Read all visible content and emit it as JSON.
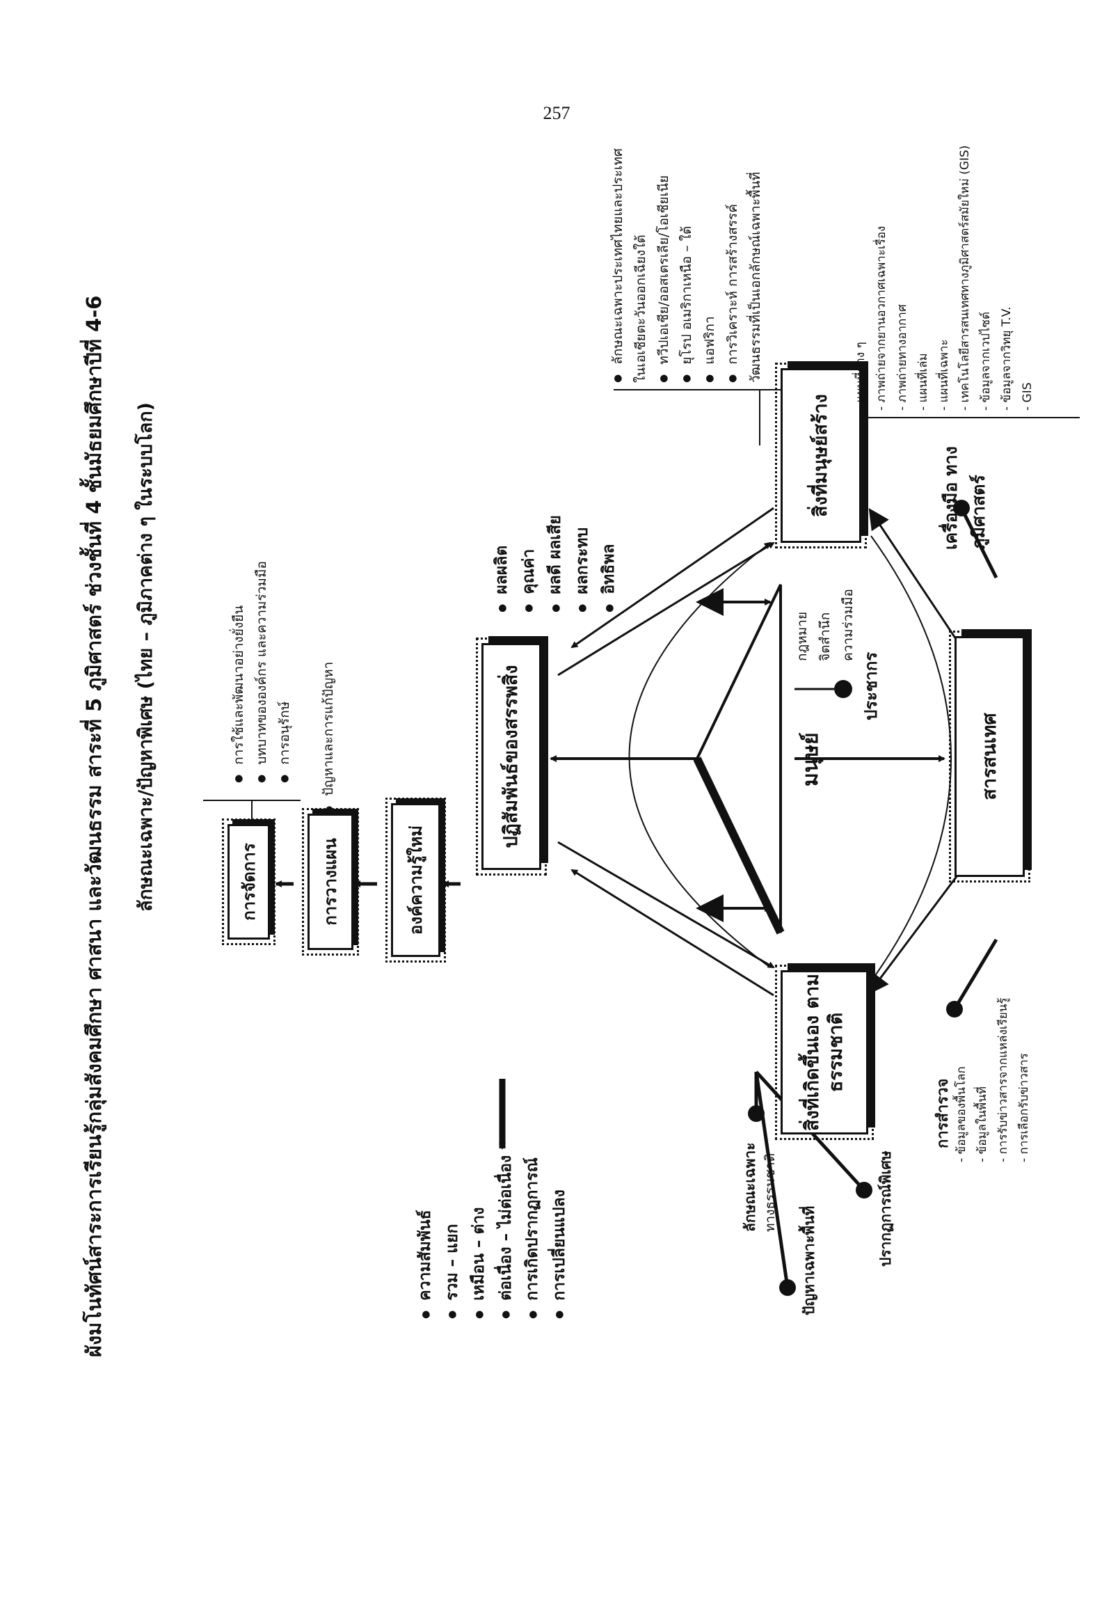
{
  "page_number": "257",
  "title": "ผังมโนทัศน์สาระการเรียนรู้กลุ่มสังคมศึกษา ศาสนา และวัฒนธรรม  สาระที่ 5 ภูมิศาสตร์ ช่วงชั้นที่ 4 ชั้นมัธยมศึกษาปีที่ 4-6",
  "subtitle": "ลักษณะเฉพาะ/ปัญหาพิเศษ (ไทย – ภูมิภาคต่าง ๆ ในระบบโลก)",
  "boxes": {
    "management": "การจัดการ",
    "planning": "การวางแผน",
    "new_knowledge": "องค์ความรู้ใหม่",
    "interaction": "ปฏิสัมพันธ์ของสรรพสิ่ง",
    "natural": "สิ่งที่เกิดขึ้นเอง ตามธรรมชาติ",
    "manmade": "สิ่งที่มนุษย์สร้าง",
    "information": "สารสนเทศ"
  },
  "human": "มนุษย์",
  "population": "ประชากร",
  "human_items": [
    "กฎหมาย",
    "จิตสำนึก",
    "ความร่วมมือ"
  ],
  "management_items": [
    "การใช้และพัฒนาอย่างยั่งยืน",
    "บทบาทขององค์กร และความร่วมมือ",
    "การอนุรักษ์"
  ],
  "planning_item": "ปัญหาและการแก้ปัญหา",
  "outcomes": [
    "ผลผลิต",
    "คุณค่า",
    "ผลดี ผลเสีย",
    "ผลกระทบ",
    "อิทธิพล"
  ],
  "relations": [
    "ความสัมพันธ์",
    "รวม – แยก",
    "เหมือน – ต่าง",
    "ต่อเนื่อง – ไม่ต่อเนื่อง",
    "การเกิดปรากฏการณ์",
    "การเปลี่ยนแปลง"
  ],
  "manmade_items": [
    "ลักษณะเฉพาะประเทศไทยและประเทศในเอเชียตะวันออกเฉียงใต้",
    "ทวีปเอเชีย/ออสเตรเลีย/โอเชียเนีย",
    "ยุโรป อเมริกาเหนือ – ใต้",
    "แอฟริกา",
    "การวิเคราะห์ การสร้างสรรค์ วัฒนธรรมที่เป็นเอกลักษณ์เฉพาะพื้นที่"
  ],
  "tools_title": "เครื่องมือ ทางภูมิศาสตร์",
  "tools_items": [
    "แผนที่ต่าง ๆ",
    "ภาพถ่ายจากยานอวกาศเฉพาะเรื่อง",
    "ภาพถ่ายทางอากาศ",
    "แผนที่เล่ม",
    "แผนที่เฉพาะ",
    "เทคโนโลยีสารสนเทศทางภูมิศาสตร์สมัยใหม่ (GIS)",
    "ข้อมูลจากเวปไซต์",
    "ข้อมูลจากวิทยุ T.V.",
    "GIS"
  ],
  "survey_title": "การสำรวจ",
  "survey_items": [
    "ข้อมูลของพื้นโลก",
    "ข้อมูลในพื้นที่",
    "การรับข่าวสารจากแหล่งเรียนรู้",
    "การเลือกรับข่าวสาร"
  ],
  "natural_branches": {
    "characteristic": "ลักษณะเฉพาะ",
    "characteristic_sub": "ทางธรรมชาติ",
    "phenomenon": "ปรากฏการณ์พิเศษ",
    "area_problem": "ปัญหาเฉพาะพื้นที่"
  }
}
